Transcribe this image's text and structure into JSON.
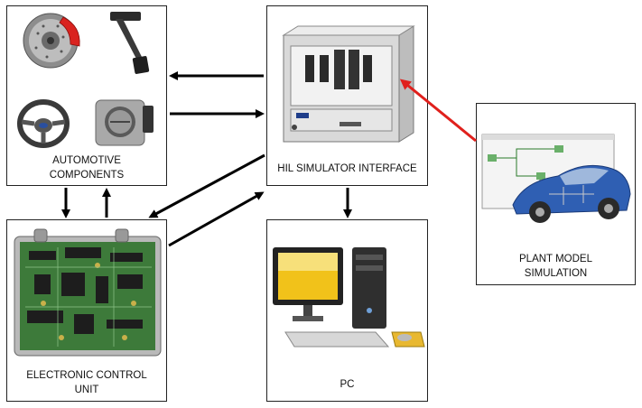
{
  "nodes": {
    "automotive": {
      "line1": "AUTOMOTIVE",
      "line2": "COMPONENTS"
    },
    "hil": {
      "line1": "HIL SIMULATOR INTERFACE"
    },
    "ecu": {
      "line1": "ELECTRONIC CONTROL",
      "line2": "UNIT"
    },
    "pc": {
      "line1": "PC"
    },
    "plant": {
      "line1": "PLANT MODEL",
      "line2": "SIMULATION"
    }
  },
  "colors": {
    "arrow": "#000000",
    "highlight_arrow": "#e0201c",
    "border": "#222222"
  },
  "icons": {
    "automotive": [
      "brake-disc-icon",
      "pedal-icon",
      "steering-wheel-icon",
      "throttle-body-icon"
    ],
    "hil": [
      "hil-chassis-icon"
    ],
    "ecu": [
      "circuit-board-icon"
    ],
    "pc": [
      "desktop-computer-icon"
    ],
    "plant": [
      "simulation-screen-icon",
      "car-model-icon"
    ]
  }
}
